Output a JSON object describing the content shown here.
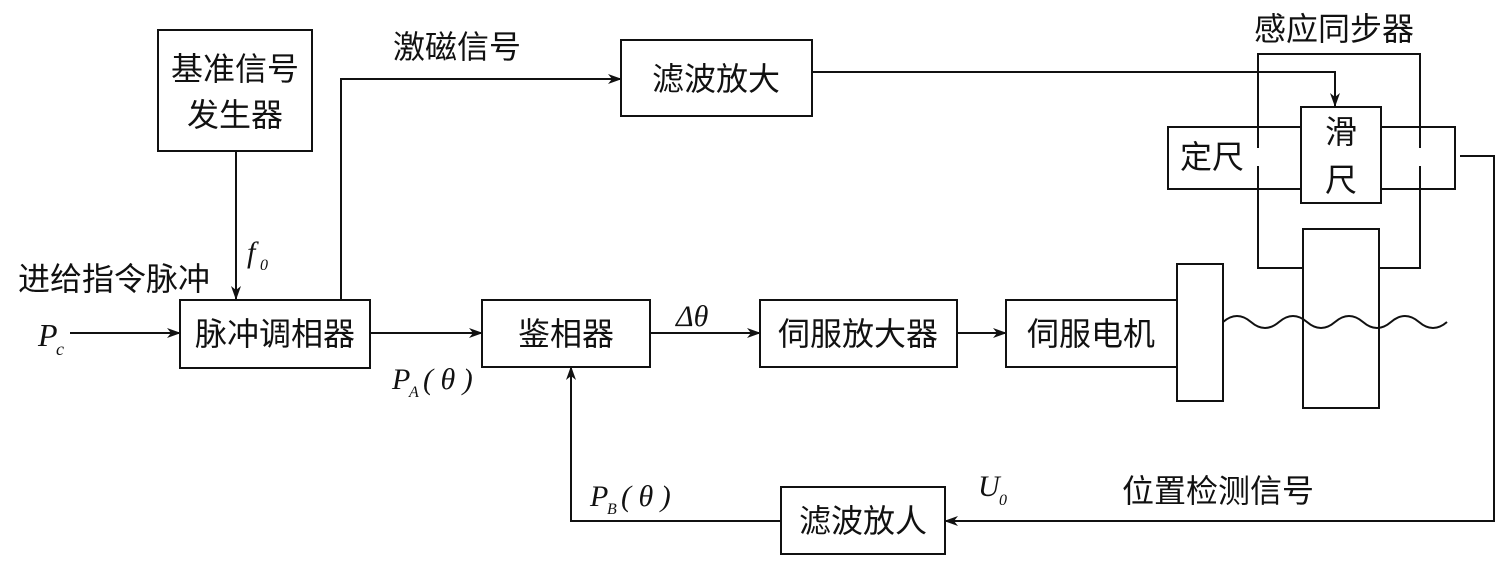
{
  "blocks": {
    "reference_generator_line1": "基准信号",
    "reference_generator_line2": "发生器",
    "filter_amp_top": "滤波放大",
    "filter_amp_bottom": "滤波放人",
    "pulse_phase_modulator": "脉冲调相器",
    "discriminator": "鉴相器",
    "servo_amplifier": "伺服放大器",
    "servo_motor": "伺服电机",
    "fixed_scale": "定尺",
    "slider_line1": "滑",
    "slider_line2": "尺"
  },
  "labels": {
    "excitation_signal": "激磁信号",
    "inductosyn": "感应同步器",
    "feed_command_pulse": "进给指令脉冲",
    "f0_main": "f",
    "f0_sub": "0",
    "pc_main": "P",
    "pc_sub": "c",
    "pa_main": "P",
    "pa_sub": "A",
    "pa_theta": "( θ )",
    "pb_main": "P",
    "pb_sub": "B",
    "pb_theta": "( θ )",
    "delta_theta": "Δθ",
    "u0_main": "U",
    "u0_sub": "0",
    "position_detect_signal": "位置检测信号"
  }
}
